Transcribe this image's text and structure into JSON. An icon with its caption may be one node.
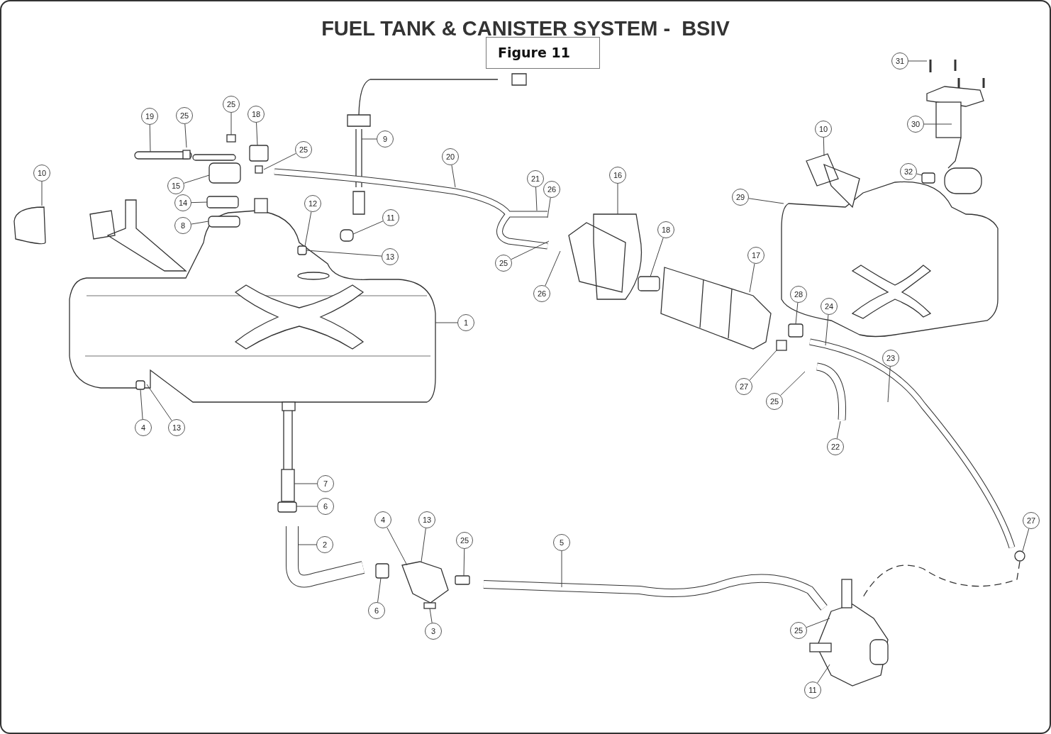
{
  "diagram": {
    "title": "FUEL TANK & CANISTER SYSTEM -  BSIV",
    "nodes": [
      {
        "text": [
          "Figure 11"
        ]
      },
      {
        "text": [
          "31"
        ]
      },
      {
        "text": [
          "30"
        ]
      },
      {
        "text": [
          "18"
        ]
      },
      {
        "text": [
          "19"
        ]
      },
      {
        "text": [
          "25"
        ]
      },
      {
        "text": [
          "25"
        ]
      },
      {
        "text": [
          "10"
        ]
      },
      {
        "text": [
          "9"
        ]
      },
      {
        "text": [
          "25"
        ]
      },
      {
        "text": [
          "20"
        ]
      },
      {
        "text": [
          "10"
        ]
      },
      {
        "text": [
          "32"
        ]
      },
      {
        "text": [
          "16"
        ]
      },
      {
        "text": [
          "15"
        ]
      },
      {
        "text": [
          "21"
        ]
      },
      {
        "text": [
          "26"
        ]
      },
      {
        "text": [
          "29"
        ]
      },
      {
        "text": [
          "14"
        ]
      },
      {
        "text": [
          "12"
        ]
      },
      {
        "text": [
          "11"
        ]
      },
      {
        "text": [
          "8"
        ]
      },
      {
        "text": [
          "18"
        ]
      },
      {
        "text": [
          "17"
        ]
      },
      {
        "text": [
          "13"
        ]
      },
      {
        "text": [
          "25"
        ]
      },
      {
        "text": [
          "26"
        ]
      },
      {
        "text": [
          "28"
        ]
      },
      {
        "text": [
          "24"
        ]
      },
      {
        "text": [
          "1"
        ]
      },
      {
        "text": [
          "23"
        ]
      },
      {
        "text": [
          "27"
        ]
      },
      {
        "text": [
          "25"
        ]
      },
      {
        "text": [
          "4"
        ]
      },
      {
        "text": [
          "13"
        ]
      },
      {
        "text": [
          "22"
        ]
      },
      {
        "text": [
          "7"
        ]
      },
      {
        "text": [
          "6"
        ]
      },
      {
        "text": [
          "4"
        ]
      },
      {
        "text": [
          "13"
        ]
      },
      {
        "text": [
          "27"
        ]
      },
      {
        "text": [
          "25"
        ]
      },
      {
        "text": [
          "2"
        ]
      },
      {
        "text": [
          "5"
        ]
      },
      {
        "text": [
          "6"
        ]
      },
      {
        "text": [
          "3"
        ]
      },
      {
        "text": [
          "25"
        ]
      },
      {
        "text": [
          "11"
        ]
      }
    ],
    "edges": [
      {
        "from": 1,
        "to": null,
        "arrow": "none"
      },
      {
        "from": 2,
        "to": null,
        "arrow": "none"
      },
      {
        "from": 3,
        "to": null,
        "arrow": "none"
      },
      {
        "from": 4,
        "to": null,
        "arrow": "none"
      },
      {
        "from": 5,
        "to": null,
        "arrow": "none"
      },
      {
        "from": 6,
        "to": null,
        "arrow": "none"
      },
      {
        "from": 7,
        "to": null,
        "arrow": "none"
      },
      {
        "from": 8,
        "to": null,
        "arrow": "none"
      },
      {
        "from": 9,
        "to": null,
        "arrow": "none"
      },
      {
        "from": 10,
        "to": null,
        "arrow": "none"
      },
      {
        "from": 11,
        "to": null,
        "arrow": "none"
      },
      {
        "from": 12,
        "to": null,
        "arrow": "none"
      },
      {
        "from": 13,
        "to": null,
        "arrow": "none"
      },
      {
        "from": 14,
        "to": null,
        "arrow": "none"
      },
      {
        "from": 15,
        "to": null,
        "arrow": "none"
      },
      {
        "from": 16,
        "to": null,
        "arrow": "none"
      },
      {
        "from": 17,
        "to": null,
        "arrow": "none"
      },
      {
        "from": 18,
        "to": null,
        "arrow": "none"
      },
      {
        "from": 19,
        "to": null,
        "arrow": "none"
      },
      {
        "from": 20,
        "to": null,
        "arrow": "none"
      },
      {
        "from": 21,
        "to": null,
        "arrow": "none"
      },
      {
        "from": 22,
        "to": null,
        "arrow": "none"
      },
      {
        "from": 23,
        "to": null,
        "arrow": "none"
      },
      {
        "from": 24,
        "to": null,
        "arrow": "none"
      },
      {
        "from": 25,
        "to": null,
        "arrow": "none"
      },
      {
        "from": 26,
        "to": null,
        "arrow": "none"
      },
      {
        "from": 27,
        "to": null,
        "arrow": "none"
      },
      {
        "from": 28,
        "to": null,
        "arrow": "none"
      },
      {
        "from": 29,
        "to": null,
        "arrow": "none"
      },
      {
        "from": 30,
        "to": null,
        "arrow": "none"
      },
      {
        "from": 31,
        "to": null,
        "arrow": "none"
      },
      {
        "from": 32,
        "to": null,
        "arrow": "none"
      },
      {
        "from": 33,
        "to": null,
        "arrow": "none"
      },
      {
        "from": 34,
        "to": null,
        "arrow": "none"
      },
      {
        "from": 35,
        "to": null,
        "arrow": "none"
      },
      {
        "from": 36,
        "to": null,
        "arrow": "none"
      },
      {
        "from": 37,
        "to": null,
        "arrow": "none"
      },
      {
        "from": 38,
        "to": null,
        "arrow": "none"
      },
      {
        "from": 39,
        "to": null,
        "arrow": "none"
      },
      {
        "from": 40,
        "to": null,
        "arrow": "none"
      },
      {
        "from": 41,
        "to": null,
        "arrow": "none"
      },
      {
        "from": 42,
        "to": null,
        "arrow": "none"
      },
      {
        "from": 43,
        "to": null,
        "arrow": "none"
      },
      {
        "from": 44,
        "to": null,
        "arrow": "none"
      },
      {
        "from": 45,
        "to": null,
        "arrow": "none"
      },
      {
        "from": 46,
        "to": null,
        "arrow": "none"
      },
      {
        "from": 47,
        "to": null,
        "arrow": "none"
      }
    ]
  }
}
